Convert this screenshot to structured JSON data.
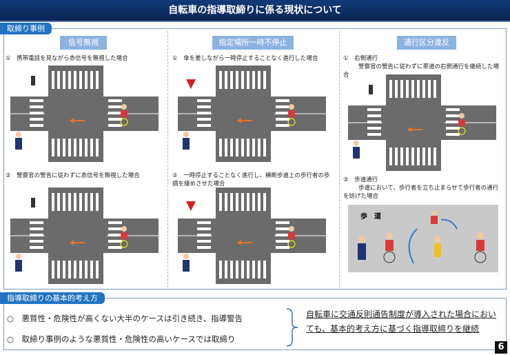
{
  "title": "自転車の指導取締りに係る現状について",
  "section1": {
    "label": "取締り事例",
    "columns": [
      {
        "heading": "信号無視",
        "case1": "①　携帯電話を見ながら赤信号を無視した場合",
        "case2": "②　警察官の警告に従わずに赤信号を無視した場合"
      },
      {
        "heading": "指定場所一時不停止",
        "case1": "①　傘を差しながら一時停止することなく進行した場合",
        "case2": "②　一時停止することなく進行し、横断歩道上の歩行者の歩調を緩めさせた場合"
      },
      {
        "heading": "通行区分違反",
        "case1_title": "①　右側通行",
        "case1": "警察官の警告に従わずに車道の右側通行を継続した場合",
        "case2_title": "②　歩道通行",
        "case2": "歩道において、歩行者を立ち止まらせて歩行者の通行を妨げた場合",
        "sidewalk_label": "歩　道"
      }
    ]
  },
  "section2": {
    "label": "指導取締りの基本的考え方",
    "items": [
      "○　悪質性・危険性が高くない大半のケースは引き続き、指導警告",
      "○　取締り事例のような悪質性・危険性の高いケースでは取締り"
    ],
    "conclusion": "自転車に交通反則通告制度が導入された場合においても、基本的考え方に基づく指導取締りを継続"
  },
  "page_number": "6",
  "colors": {
    "header": "#0b2555",
    "tab": "#2273c3",
    "heading": "#8eb2e0",
    "arrow": "#e8742a",
    "road": "#6b6b6b"
  }
}
